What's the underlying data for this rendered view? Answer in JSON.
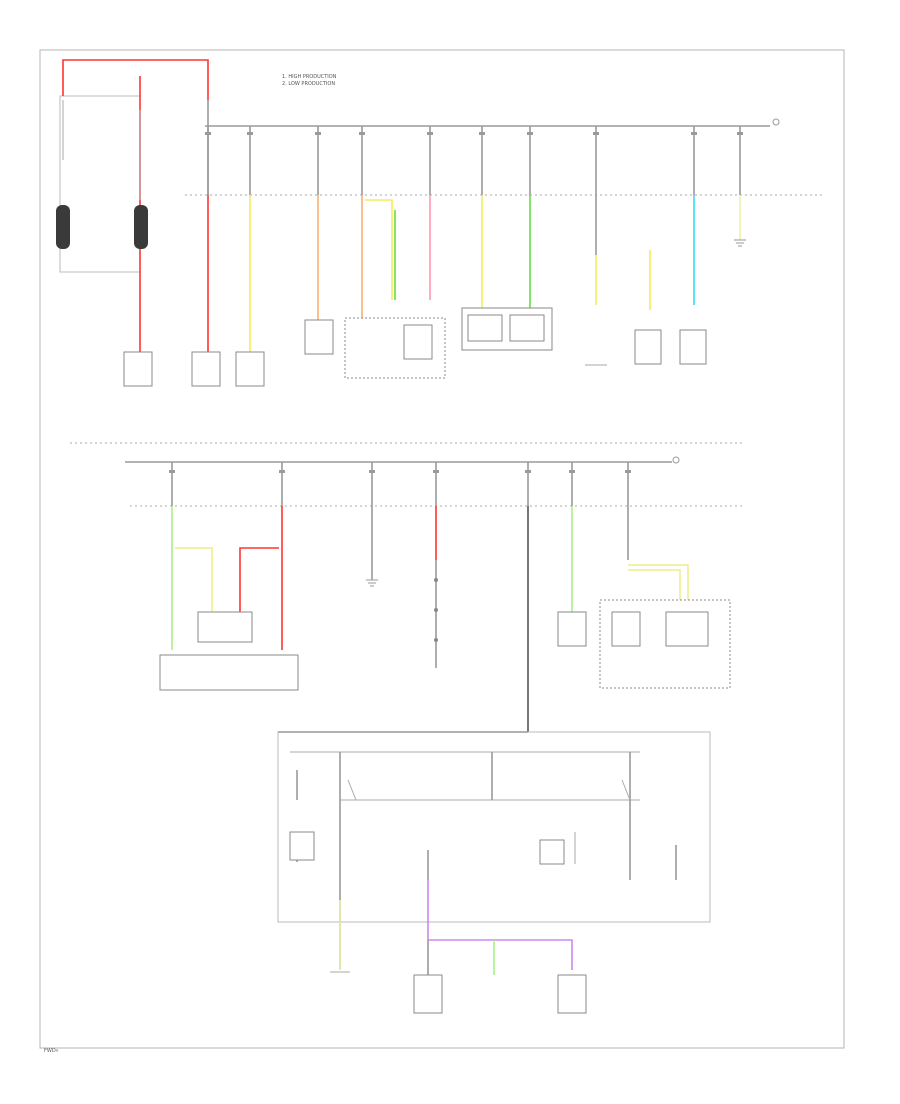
{
  "diagram": {
    "legend": [
      "1. HIGH PRODUCTION",
      "2. LOW PRODUCTION"
    ],
    "corner_label": "FWD»",
    "wire_colors": {
      "red": "#ff3333",
      "pink": "#ff99b3",
      "yellow": "#f2ef5a",
      "green": "#66dd44",
      "lightgreen": "#a8ee8a",
      "orange": "#f5b070",
      "cyan": "#33ddee",
      "violet": "#cc88ee",
      "lightyellow": "#eeeeaa",
      "grey": "#9a9a9a",
      "darkgrey": "#555555"
    }
  }
}
